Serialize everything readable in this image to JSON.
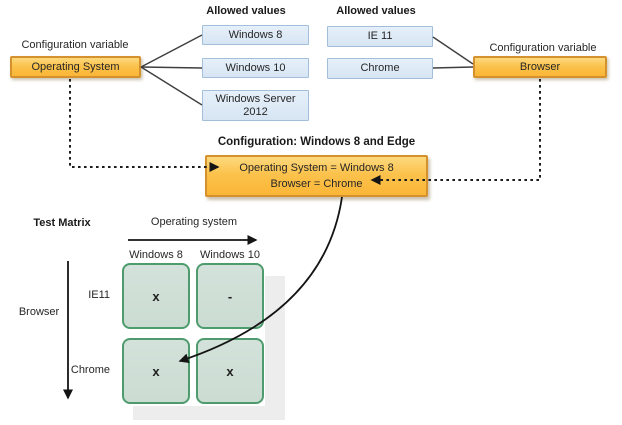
{
  "left_variable": {
    "caption": "Configuration variable",
    "box_label": "Operating System",
    "allowed_title": "Allowed values",
    "values": [
      "Windows 8",
      "Windows 10",
      "Windows Server 2012"
    ]
  },
  "right_variable": {
    "caption": "Configuration variable",
    "box_label": "Browser",
    "allowed_title": "Allowed values",
    "values": [
      "IE 11",
      "Chrome"
    ]
  },
  "config": {
    "title": "Configuration: Windows 8 and Edge",
    "line1": "Operating System = Windows 8",
    "line2": "Browser = Chrome"
  },
  "matrix": {
    "title": "Test Matrix",
    "x_axis_label": "Operating system",
    "y_axis_label": "Browser",
    "col_headers": [
      "Windows 8",
      "Windows 10"
    ],
    "row_headers": [
      "IE11",
      "Chrome"
    ],
    "cells": [
      [
        "x",
        "-"
      ],
      [
        "x",
        "x"
      ]
    ]
  },
  "colors": {
    "variable_box_fill": "#FBBB3E",
    "variable_box_border": "#D6912F",
    "value_box_fill": "#DCE9F6",
    "value_box_border": "#A3BFDB",
    "matrix_cell_fill": "#CEDED5",
    "matrix_cell_border": "#4E9C6E",
    "matrix_shadow": "#EDEDED",
    "connector": "#3F3F3F",
    "arrow": "#141414"
  }
}
